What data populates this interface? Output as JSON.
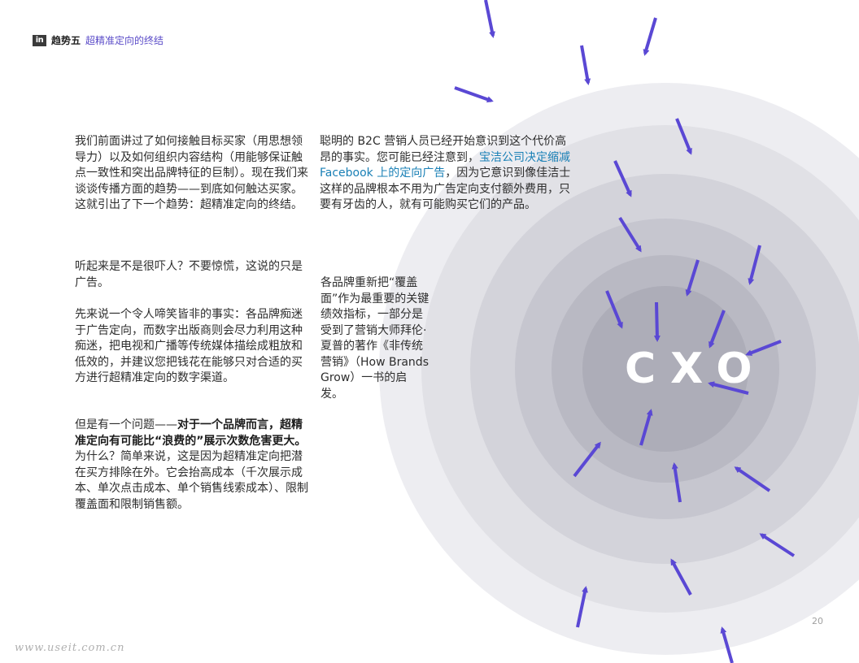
{
  "header": {
    "logo": "in",
    "section": "趋势五",
    "title": "超精准定向的终结"
  },
  "col1": {
    "p1": "我们前面讲过了如何接触目标买家（用思想领导力）以及如何组织内容结构（用能够保证触点一致性和突出品牌特征的巨制）。现在我们来谈谈传播方面的趋势——到底如何触达买家。这就引出了下一个趋势：超精准定向的终结。",
    "p2": "听起来是不是很吓人？不要惊慌，这说的只是广告。",
    "p3": "先来说一个令人啼笑皆非的事实：各品牌痴迷于广告定向，而数字出版商则会尽力利用这种痴迷，把电视和广播等传统媒体描绘成粗放和低效的，并建议您把钱花在能够只对合适的买方进行超精准定向的数字渠道。",
    "p4_pre": "但是有一个问题——",
    "p4_bold": "对于一个品牌而言，超精准定向有可能比“浪费的”展示次数危害更大。",
    "p4_post": "为什么？简单来说，这是因为超精准定向把潜在买方排除在外。它会抬高成本（千次展示成本、单次点击成本、单个销售线索成本）、限制覆盖面和限制销售额。"
  },
  "col2": {
    "p1_pre": "聪明的 B2C 营销人员已经开始意识到这个代价高昂的事实。您可能已经注意到，",
    "p1_link": "宝洁公司决定缩减 Facebook 上的定向广告",
    "p1_post": "，因为它意识到像佳洁士这样的品牌根本不用为广告定向支付额外费用，只要有牙齿的人，就有可能购买它们的产品。"
  },
  "col3": {
    "p1": "各品牌重新把“覆盖面”作为最重要的关键绩效指标，一部分是受到了营销大师拜伦·夏普的著作《非传统营销》（How Brands Grow）一书的启发。"
  },
  "graphic": {
    "label": "CXO",
    "ring_colors": [
      "#ededf1",
      "#e1e1e6",
      "#d3d3da",
      "#c6c6cf",
      "#b9b9c3",
      "#adadb8"
    ],
    "arrow_color": "#5a48d4"
  },
  "page_number": "20",
  "watermark": "www.useit.com.cn"
}
